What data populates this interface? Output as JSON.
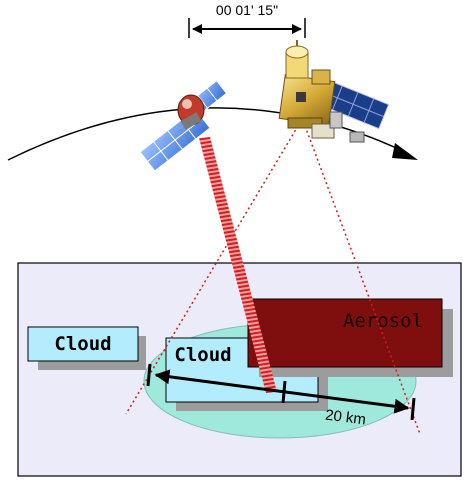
{
  "time_offset_label": "00 01' 15\"",
  "distance_label": "20 km",
  "cloud_label_left": "Cloud",
  "cloud_label_center": "Cloud",
  "aerosol_label": "Aerosol",
  "colors": {
    "panel_fill": "#ecebfa",
    "cloud_fill": "#b3ecfc",
    "ellipse_fill": "#9fe9dc",
    "aerosol_fill": "#7f0f0f",
    "beam_red": "#d21e1e",
    "shadow_gray": "#9c9c9c"
  }
}
